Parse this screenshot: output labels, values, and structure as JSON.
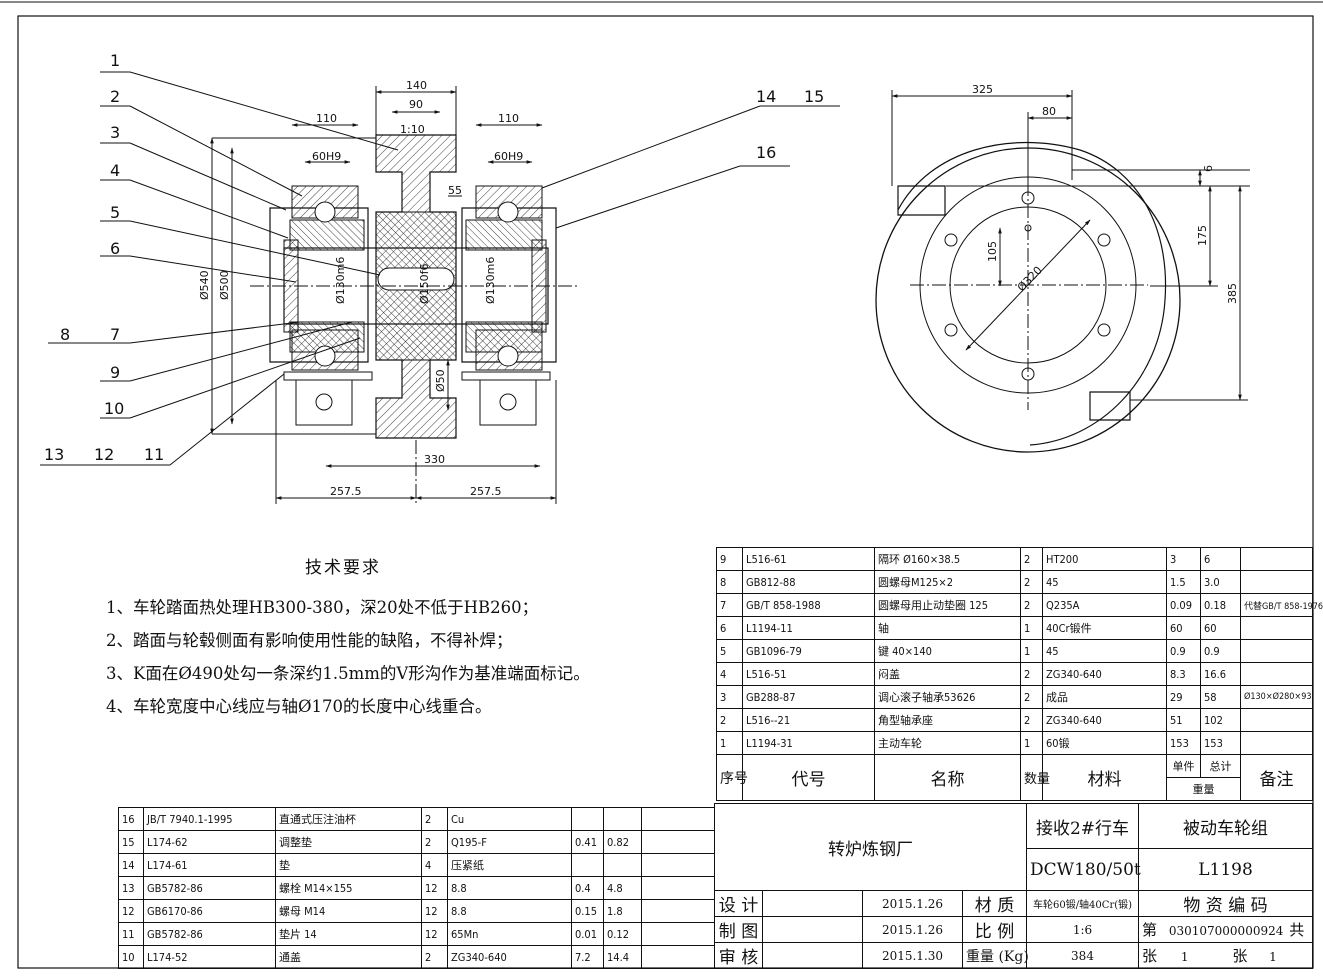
{
  "drawing": {
    "balloons": [
      "1",
      "2",
      "3",
      "4",
      "5",
      "6",
      "7",
      "8",
      "9",
      "10",
      "11",
      "12",
      "13",
      "14",
      "15",
      "16"
    ],
    "dims_front": {
      "d140": "140",
      "d90": "90",
      "d1_10": "1:10",
      "d110_left": "110",
      "d110_right": "110",
      "d60h9_left": "60H9",
      "d60h9_right": "60H9",
      "d55": "55",
      "d540": "Ø540",
      "d500": "Ø500",
      "d130_left": "Ø130m6",
      "d150": "Ø150f6",
      "d130_right": "Ø130m6",
      "d50": "Ø50",
      "d330": "330",
      "d257_left": "257.5",
      "d257_right": "257.5"
    },
    "dims_side": {
      "d325": "325",
      "d80": "80",
      "d6": "6",
      "d175": "175",
      "d105": "105",
      "d385": "385",
      "d320": "Ø320"
    }
  },
  "tech": {
    "title": "技术要求",
    "items": [
      "1、车轮踏面热处理HB300-380，深20处不低于HB260；",
      "2、踏面与轮毂侧面有影响使用性能的缺陷，不得补焊；",
      "3、K面在Ø490处勾一条深约1.5mm的V形沟作为基准端面标记。",
      "4、车轮宽度中心线应与轴Ø170的长度中心线重合。"
    ]
  },
  "bom_right": {
    "rows": [
      [
        "9",
        "L516-61",
        "隔环 Ø160×38.5",
        "2",
        "HT200",
        "3",
        "6",
        ""
      ],
      [
        "8",
        "GB812-88",
        "圆螺母M125×2",
        "2",
        "45",
        "1.5",
        "3.0",
        ""
      ],
      [
        "7",
        "GB/T 858-1988",
        "圆螺母用止动垫圈 125",
        "2",
        "Q235A",
        "0.09",
        "0.18",
        "代替GB/T 858-1976"
      ],
      [
        "6",
        "L1194-11",
        "轴",
        "1",
        "40Cr锻件",
        "60",
        "60",
        ""
      ],
      [
        "5",
        "GB1096-79",
        "键 40×140",
        "1",
        "45",
        "0.9",
        "0.9",
        ""
      ],
      [
        "4",
        "L516-51",
        "闷盖",
        "2",
        "ZG340-640",
        "8.3",
        "16.6",
        ""
      ],
      [
        "3",
        "GB288-87",
        "调心滚子轴承53626",
        "2",
        "成品",
        "29",
        "58",
        "Ø130×Ø280×93"
      ],
      [
        "2",
        "L516--21",
        "角型轴承座",
        "2",
        "ZG340-640",
        "51",
        "102",
        ""
      ],
      [
        "1",
        "L1194-31",
        "主动车轮",
        "1",
        "60锻",
        "153",
        "153",
        ""
      ]
    ],
    "header": {
      "seq": "序号",
      "code": "代号",
      "name": "名称",
      "qty": "数量",
      "material": "材料",
      "unit": "单件",
      "total": "总计",
      "weight": "重量",
      "remark": "备注"
    }
  },
  "bom_left": {
    "rows": [
      [
        "16",
        "JB/T 7940.1-1995",
        "直通式压注油杯",
        "2",
        "Cu",
        "",
        ""
      ],
      [
        "15",
        "L174-62",
        "调整垫",
        "2",
        "Q195-F",
        "0.41",
        "0.82"
      ],
      [
        "14",
        "L174-61",
        "垫",
        "4",
        "压紧纸",
        "",
        ""
      ],
      [
        "13",
        "GB5782-86",
        "螺栓 M14×155",
        "12",
        "8.8",
        "0.4",
        "4.8"
      ],
      [
        "12",
        "GB6170-86",
        "螺母 M14",
        "12",
        "8.8",
        "0.15",
        "1.8"
      ],
      [
        "11",
        "GB5782-86",
        "垫片 14",
        "12",
        "65Mn",
        "0.01",
        "0.12"
      ],
      [
        "10",
        "L174-52",
        "通盖",
        "2",
        "ZG340-640",
        "7.2",
        "14.4"
      ]
    ]
  },
  "title_block": {
    "company": "转炉炼钢厂",
    "project": "接收2#行车",
    "model": "DCW180/50t",
    "part_name": "被动车轮组",
    "part_no": "L1198",
    "design_label": "设 计",
    "design_date": "2015.1.26",
    "draw_label": "制 图",
    "draw_date": "2015.1.26",
    "check_label": "审 核",
    "check_date": "2015.1.30",
    "material_label": "材  质",
    "material": "车轮60锻/轴40Cr(锻)",
    "scale_label": "比  例",
    "scale": "1:6",
    "weight_label": "重量 (Kg)",
    "weight": "384",
    "code_label": "物 资 编 码",
    "code_value": "030107000000924",
    "sheet_prefix": "第",
    "sheet_no": "1",
    "sheet_unit": "张",
    "sheets_total_prefix": "共",
    "sheets_total": "1",
    "sheets_unit": "张"
  }
}
